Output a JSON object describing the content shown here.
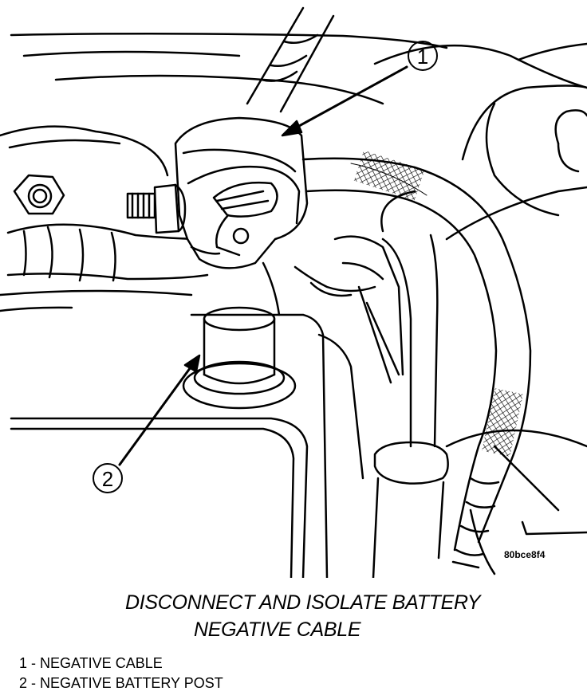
{
  "figure_id": "80bce8f4",
  "caption": {
    "line1": "DISCONNECT AND ISOLATE BATTERY",
    "line2": "NEGATIVE CABLE"
  },
  "callouts": [
    {
      "number": "1",
      "label": "NEGATIVE CABLE"
    },
    {
      "number": "2",
      "label": "NEGATIVE BATTERY POST"
    }
  ],
  "legend": [
    "1 - NEGATIVE CABLE",
    "2 - NEGATIVE BATTERY POST"
  ]
}
